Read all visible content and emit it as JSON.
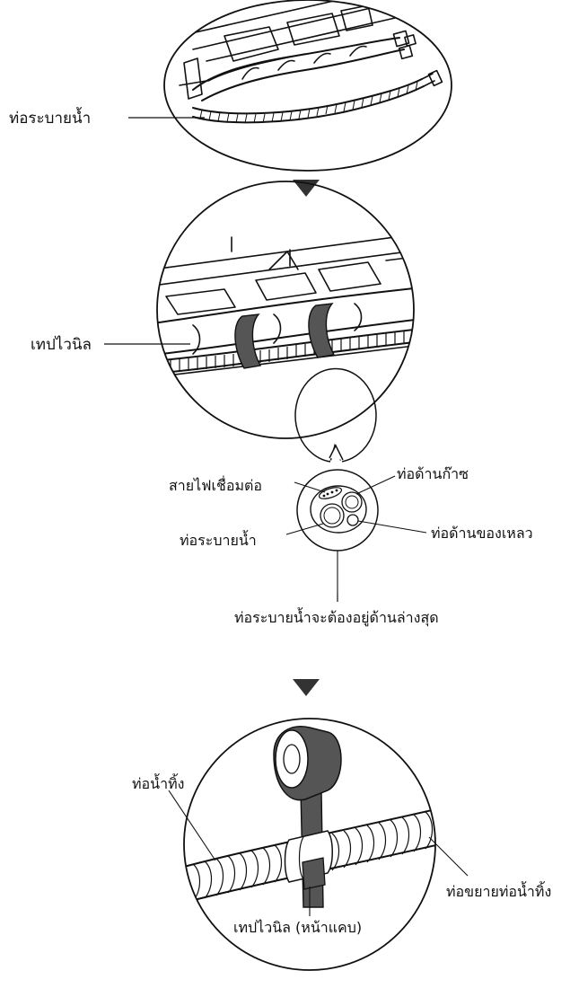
{
  "panel1": {
    "drain_pipe_label": "ท่อระบายน้ำ"
  },
  "panel2": {
    "vinyl_tape_label": "เทปไวนิล",
    "cross_section": {
      "wire_label": "สายไฟเชื่อมต่อ",
      "gas_pipe_label": "ท่อด้านก๊าซ",
      "liquid_pipe_label": "ท่อด้านของเหลว",
      "drain_pipe_label": "ท่อระบายน้ำ",
      "note": "ท่อระบายน้ำจะต้องอยู่ด้านล่างสุด"
    }
  },
  "panel3": {
    "drain_hose_label": "ท่อน้ำทิ้ง",
    "extension_label": "ท่อขยายท่อน้ำทิ้ง",
    "narrow_tape_label": "เทปไวนิล (หน้าแคบ)"
  },
  "colors": {
    "line": "#111111",
    "tape": "#555555",
    "arrow": "#333333"
  }
}
